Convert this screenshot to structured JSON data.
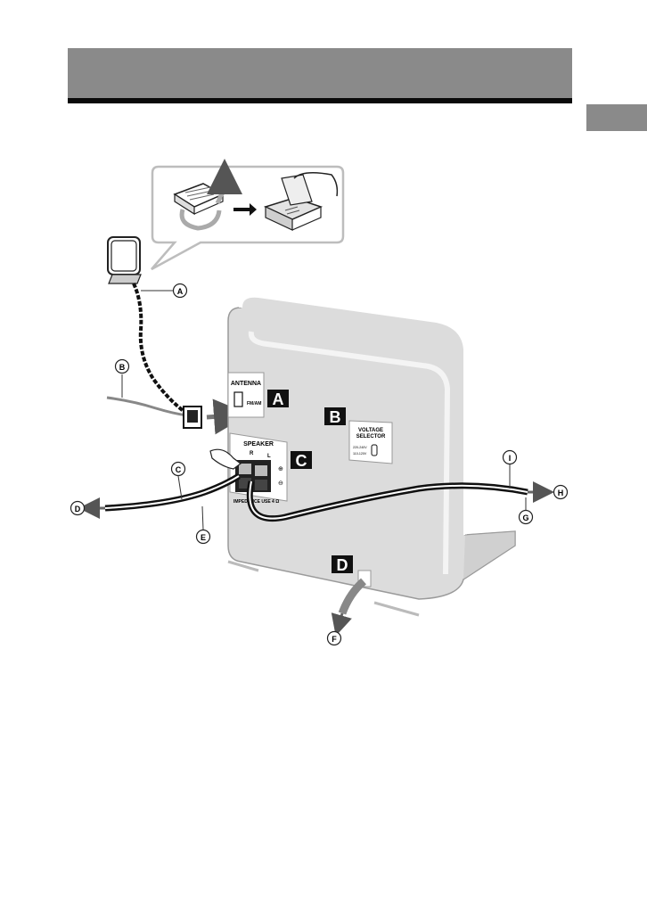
{
  "panel_labels": {
    "a": "A",
    "b": "B",
    "c": "C",
    "d": "D"
  },
  "callouts": {
    "a": "A",
    "b": "B",
    "c": "C",
    "d": "D",
    "e": "E",
    "f": "F",
    "g": "G",
    "h": "H",
    "i": "I"
  },
  "antenna_panel": {
    "title": "ANTENNA",
    "jack": "FM/AM"
  },
  "voltage_panel": {
    "line1": "VOLTAGE",
    "line2": "SELECTOR",
    "option1": "220-240V",
    "option2": "110-120V"
  },
  "speaker_panel": {
    "title": "SPEAKER",
    "right": "R",
    "left": "L",
    "impedance": "IMPEDANCE USE 4 Ω",
    "plus": "⊕",
    "minus": "⊖"
  },
  "colors": {
    "header": "#8a8a8a",
    "unit_body": "#dcdcdc",
    "label_box": "#111111"
  }
}
